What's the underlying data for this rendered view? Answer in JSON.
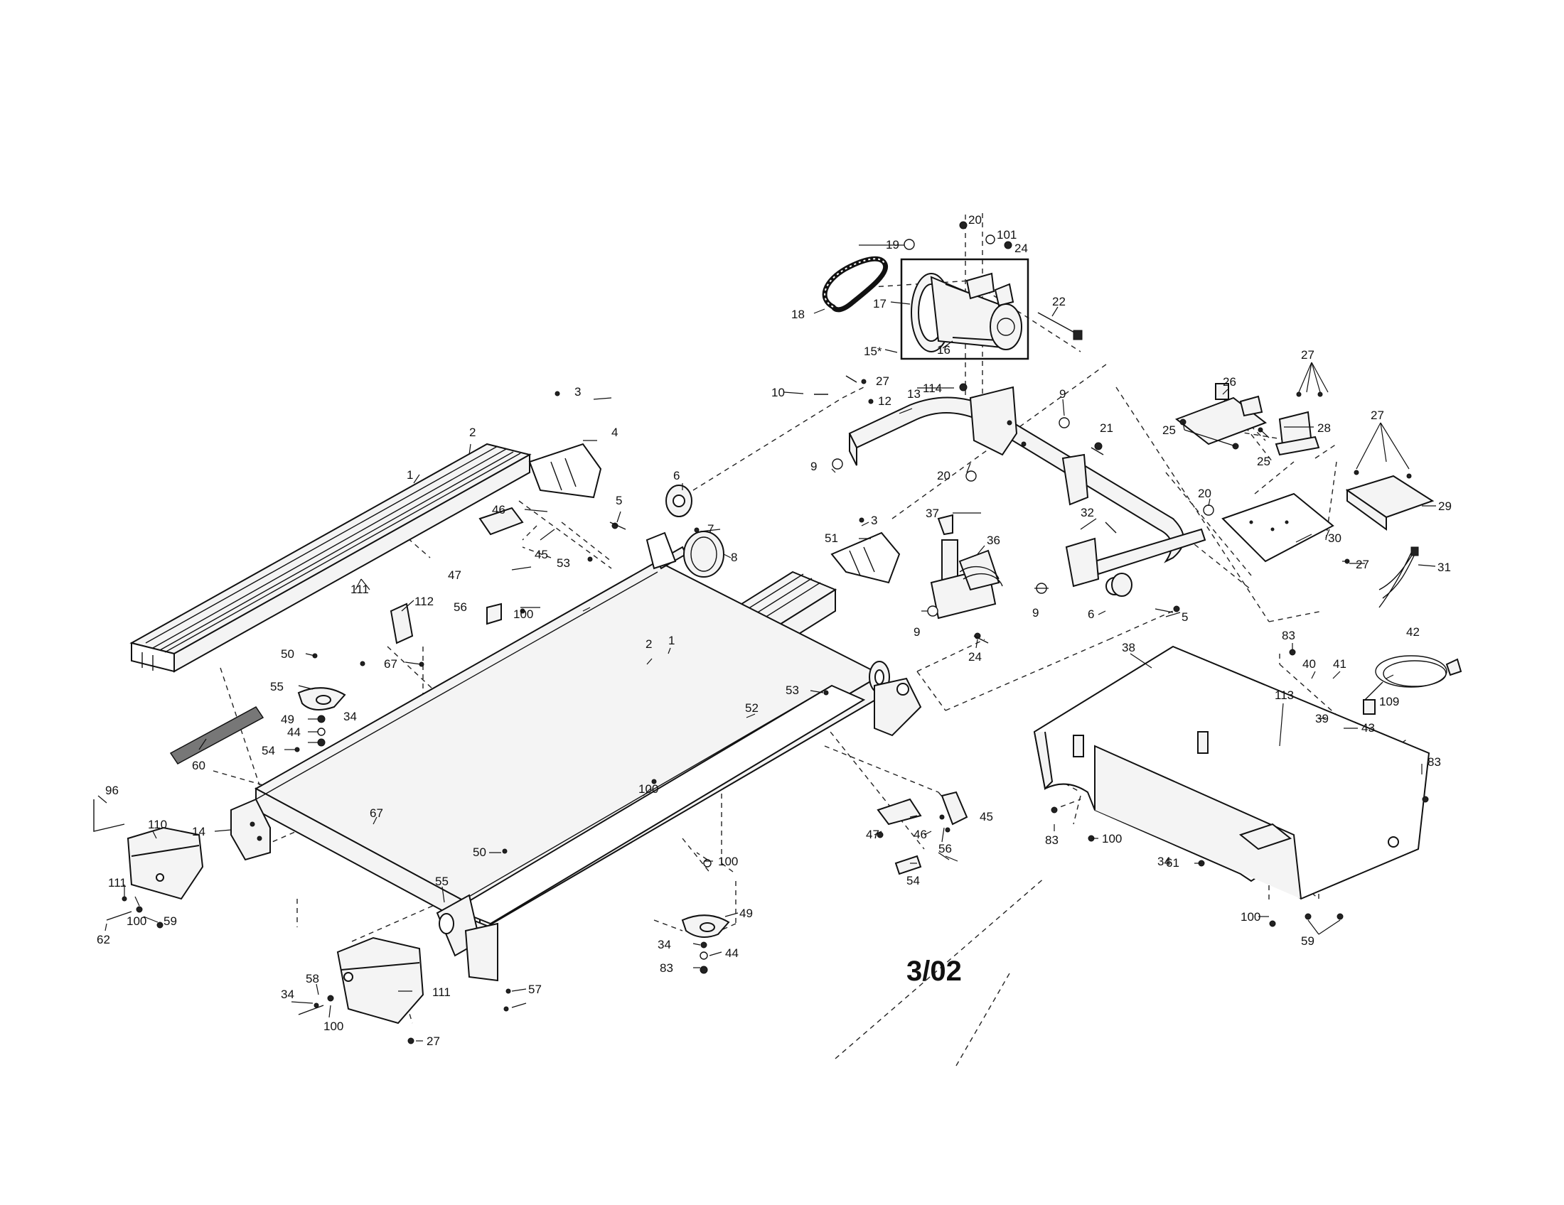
{
  "diagram": {
    "stamp": "3/02",
    "callouts": [
      {
        "id": "c1",
        "text": "20"
      },
      {
        "id": "c2",
        "text": "101"
      },
      {
        "id": "c3",
        "text": "24"
      },
      {
        "id": "c4",
        "text": "19"
      },
      {
        "id": "c5",
        "text": "22"
      },
      {
        "id": "c6",
        "text": "18"
      },
      {
        "id": "c7",
        "text": "17"
      },
      {
        "id": "c8",
        "text": "16"
      },
      {
        "id": "c9",
        "text": "15*"
      },
      {
        "id": "c10",
        "text": "10"
      },
      {
        "id": "c11",
        "text": "27"
      },
      {
        "id": "c12",
        "text": "12"
      },
      {
        "id": "c13",
        "text": "13"
      },
      {
        "id": "c14",
        "text": "114"
      },
      {
        "id": "c15",
        "text": "9"
      },
      {
        "id": "c16",
        "text": "21"
      },
      {
        "id": "c17",
        "text": "26"
      },
      {
        "id": "c18",
        "text": "27"
      },
      {
        "id": "c19",
        "text": "28"
      },
      {
        "id": "c20",
        "text": "25"
      },
      {
        "id": "c21",
        "text": "25"
      },
      {
        "id": "c22",
        "text": "27"
      },
      {
        "id": "c23",
        "text": "29"
      },
      {
        "id": "c24",
        "text": "3"
      },
      {
        "id": "c25",
        "text": "4"
      },
      {
        "id": "c26",
        "text": "2"
      },
      {
        "id": "c27",
        "text": "1"
      },
      {
        "id": "c28",
        "text": "9"
      },
      {
        "id": "c29",
        "text": "20"
      },
      {
        "id": "c30",
        "text": "6"
      },
      {
        "id": "c31",
        "text": "5"
      },
      {
        "id": "c32",
        "text": "46"
      },
      {
        "id": "c33",
        "text": "45"
      },
      {
        "id": "c34",
        "text": "7"
      },
      {
        "id": "c35",
        "text": "8"
      },
      {
        "id": "c36",
        "text": "53"
      },
      {
        "id": "c37",
        "text": "47"
      },
      {
        "id": "c38",
        "text": "56"
      },
      {
        "id": "c39",
        "text": "100"
      },
      {
        "id": "c40",
        "text": "3"
      },
      {
        "id": "c41",
        "text": "51"
      },
      {
        "id": "c42",
        "text": "37"
      },
      {
        "id": "c43",
        "text": "36"
      },
      {
        "id": "c44",
        "text": "32"
      },
      {
        "id": "c45",
        "text": "20"
      },
      {
        "id": "c46",
        "text": "30"
      },
      {
        "id": "c47",
        "text": "27"
      },
      {
        "id": "c48",
        "text": "31"
      },
      {
        "id": "c49",
        "text": "9"
      },
      {
        "id": "c50",
        "text": "9"
      },
      {
        "id": "c51",
        "text": "6"
      },
      {
        "id": "c52",
        "text": "5"
      },
      {
        "id": "c53",
        "text": "24"
      },
      {
        "id": "c54",
        "text": "111"
      },
      {
        "id": "c55",
        "text": "112"
      },
      {
        "id": "c56",
        "text": "67"
      },
      {
        "id": "c57",
        "text": "50"
      },
      {
        "id": "c58",
        "text": "55"
      },
      {
        "id": "c59",
        "text": "49"
      },
      {
        "id": "c60",
        "text": "34"
      },
      {
        "id": "c61",
        "text": "44"
      },
      {
        "id": "c62",
        "text": "54"
      },
      {
        "id": "c63",
        "text": "60"
      },
      {
        "id": "c64",
        "text": "2"
      },
      {
        "id": "c65",
        "text": "1"
      },
      {
        "id": "c66",
        "text": "53"
      },
      {
        "id": "c67",
        "text": "52"
      },
      {
        "id": "c68",
        "text": "38"
      },
      {
        "id": "c69",
        "text": "83"
      },
      {
        "id": "c70",
        "text": "40"
      },
      {
        "id": "c71",
        "text": "41"
      },
      {
        "id": "c72",
        "text": "42"
      },
      {
        "id": "c73",
        "text": "113"
      },
      {
        "id": "c74",
        "text": "109"
      },
      {
        "id": "c75",
        "text": "39"
      },
      {
        "id": "c76",
        "text": "43"
      },
      {
        "id": "c77",
        "text": "83"
      },
      {
        "id": "c78",
        "text": "83"
      },
      {
        "id": "c79",
        "text": "100"
      },
      {
        "id": "c80",
        "text": "61"
      },
      {
        "id": "c81",
        "text": "96"
      },
      {
        "id": "c82",
        "text": "110"
      },
      {
        "id": "c83",
        "text": "14"
      },
      {
        "id": "c84",
        "text": "67"
      },
      {
        "id": "c85",
        "text": "100"
      },
      {
        "id": "c86",
        "text": "47"
      },
      {
        "id": "c87",
        "text": "46"
      },
      {
        "id": "c88",
        "text": "45"
      },
      {
        "id": "c89",
        "text": "56"
      },
      {
        "id": "c90",
        "text": "54"
      },
      {
        "id": "c91",
        "text": "50"
      },
      {
        "id": "c92",
        "text": "100"
      },
      {
        "id": "c93",
        "text": "34"
      },
      {
        "id": "c94",
        "text": "111"
      },
      {
        "id": "c95",
        "text": "100"
      },
      {
        "id": "c96",
        "text": "59"
      },
      {
        "id": "c97",
        "text": "62"
      },
      {
        "id": "c98",
        "text": "55"
      },
      {
        "id": "c99",
        "text": "49"
      },
      {
        "id": "c100",
        "text": "34"
      },
      {
        "id": "c101",
        "text": "44"
      },
      {
        "id": "c102",
        "text": "83"
      },
      {
        "id": "c103",
        "text": "100"
      },
      {
        "id": "c104",
        "text": "59"
      },
      {
        "id": "c105",
        "text": "34"
      },
      {
        "id": "c106",
        "text": "58"
      },
      {
        "id": "c107",
        "text": "111"
      },
      {
        "id": "c108",
        "text": "100"
      },
      {
        "id": "c109",
        "text": "27"
      },
      {
        "id": "c110",
        "text": "57"
      }
    ]
  }
}
